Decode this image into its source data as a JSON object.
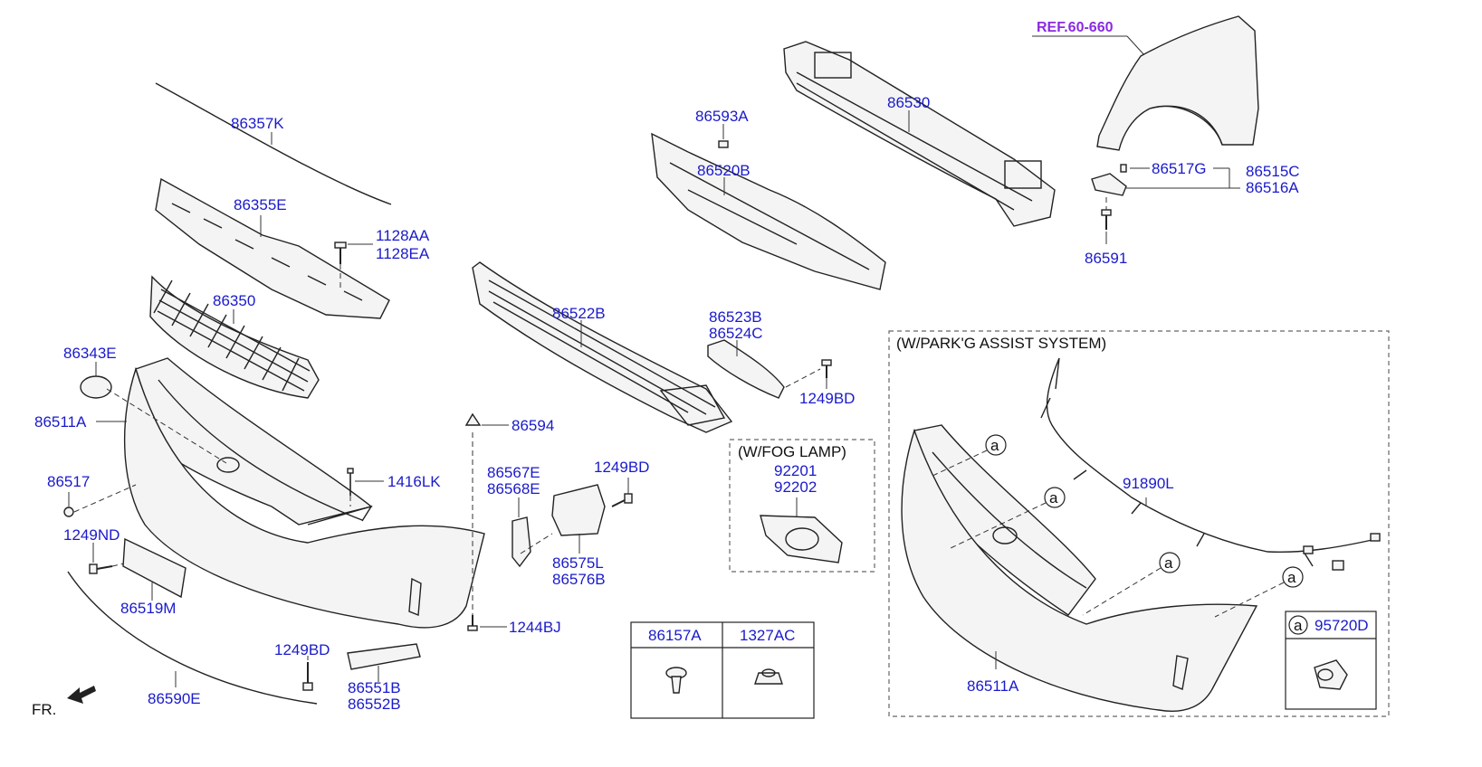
{
  "diagram": {
    "labels": {
      "ref": "REF.60-660",
      "p86357K": "86357K",
      "p86355E": "86355E",
      "p1128AA": "1128AA",
      "p1128EA": "1128EA",
      "p86350": "86350",
      "p86343E": "86343E",
      "p86511A": "86511A",
      "p86517": "86517",
      "p1249ND": "1249ND",
      "p86519M": "86519M",
      "p1249BD_a": "1249BD",
      "p86590E": "86590E",
      "p86551B": "86551B",
      "p86552B": "86552B",
      "p1244BJ": "1244BJ",
      "p86594": "86594",
      "p1416LK": "1416LK",
      "p86567E": "86567E",
      "p86568E": "86568E",
      "p1249BD_b": "1249BD",
      "p86575L": "86575L",
      "p86576B": "86576B",
      "p86522B": "86522B",
      "p86593A": "86593A",
      "p86520B": "86520B",
      "p86530": "86530",
      "p86523B": "86523B",
      "p86524C": "86524C",
      "p1249BD_c": "1249BD",
      "p86517G": "86517G",
      "p86515C": "86515C",
      "p86516A": "86516A",
      "p86591": "86591",
      "fog_title": "(W/FOG LAMP)",
      "p92201": "92201",
      "p92202": "92202",
      "park_title": "(W/PARK'G ASSIST SYSTEM)",
      "p91890L": "91890L",
      "p86511A_b": "86511A",
      "p95720D": "95720D",
      "circle_a": "a",
      "tbl_86157A": "86157A",
      "tbl_1327AC": "1327AC",
      "fr": "FR."
    }
  }
}
